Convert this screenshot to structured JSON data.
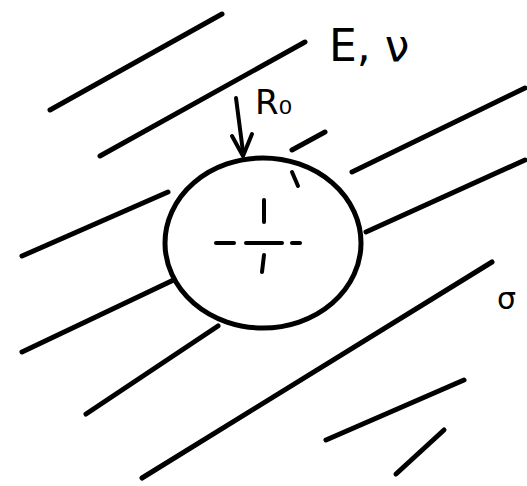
{
  "diagram": {
    "labels": [
      "E, ν",
      "R₀",
      "σ"
    ]
  }
}
